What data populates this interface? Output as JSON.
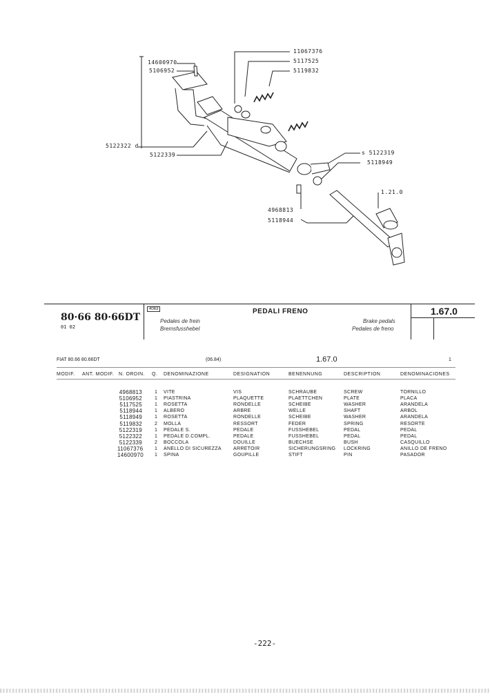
{
  "callouts": {
    "c14600970": "14600970",
    "c5106952": "5106952",
    "c5122322": "5122322 d",
    "c5122339": "5122339",
    "c11067376": "11067376",
    "c5117525": "5117525",
    "c5119832": "5119832",
    "c5122319": "s 5122319",
    "c5118949": "5118949",
    "c1210": "1.21.0",
    "c4968813": "4968813",
    "c5118944": "5118944"
  },
  "header": {
    "models": "80·66 80·66DT",
    "sub": "01 02",
    "code": "4063",
    "title": "PEDALI FRENO",
    "es": "Pedales de frein",
    "de": "Bremsfusshebel",
    "en": "Brake pedals",
    "es2": "Pedales de freno",
    "ref": "1.67.0"
  },
  "infoline": {
    "model": "FIAT 80.66 80.66DT",
    "date": "(06.84)",
    "ref": "1.67.0",
    "page": "1"
  },
  "columns": [
    "MODIF.",
    "ANT. MODIF.",
    "N. ORDIN.",
    "Q.",
    "DENOMINAZIONE",
    "DESIGNATION",
    "BENENNUNG",
    "DESCRIPTION",
    "DENOMINACIONES"
  ],
  "rows": [
    {
      "num": "4968813",
      "q": "1",
      "it": "VITE",
      "fr": "VIS",
      "de": "SCHRAUBE",
      "en": "SCREW",
      "es": "TORNILLO"
    },
    {
      "num": "5106952",
      "q": "1",
      "it": "PIASTRINA",
      "fr": "PLAQUETTE",
      "de": "PLAETTCHEN",
      "en": "PLATE",
      "es": "PLACA"
    },
    {
      "num": "5117525",
      "q": "1",
      "it": "ROSETTA",
      "fr": "RONDELLE",
      "de": "SCHEIBE",
      "en": "WASHER",
      "es": "ARANDELA"
    },
    {
      "num": "5118944",
      "q": "1",
      "it": "ALBERO",
      "fr": "ARBRE",
      "de": "WELLE",
      "en": "SHAFT",
      "es": "ARBOL"
    },
    {
      "num": "5118949",
      "q": "1",
      "it": "ROSETTA",
      "fr": "RONDELLE",
      "de": "SCHEIBE",
      "en": "WASHER",
      "es": "ARANDELA"
    },
    {
      "num": "5119832",
      "q": "2",
      "it": "MOLLA",
      "fr": "RESSORT",
      "de": "FEDER",
      "en": "SPRING",
      "es": "RESORTE"
    },
    {
      "num": "5122319",
      "q": "1",
      "it": "PEDALE S.",
      "fr": "PEDALE",
      "de": "FUSSHEBEL",
      "en": "PEDAL",
      "es": "PEDAL"
    },
    {
      "num": "5122322",
      "q": "1",
      "it": "PEDALE D.COMPL.",
      "fr": "PEDALE",
      "de": "FUSSHEBEL",
      "en": "PEDAL",
      "es": "PEDAL"
    },
    {
      "num": "5122339",
      "q": "2",
      "it": "BOCCOLA",
      "fr": "DOUILLE",
      "de": "BUECHSE",
      "en": "BUSH",
      "es": "CASQUILLO"
    },
    {
      "num": "11067376",
      "q": "1",
      "it": "ANELLO DI SICUREZZA",
      "fr": "ARRETOIR",
      "de": "SICHERUNGSRING",
      "en": "LOCKRING",
      "es": "ANILLO DE FRENO"
    },
    {
      "num": "14600970",
      "q": "1",
      "it": "SPINA",
      "fr": "GOUPILLE",
      "de": "STIFT",
      "en": "PIN",
      "es": "PASADOR"
    }
  ],
  "page_number": "-222-"
}
